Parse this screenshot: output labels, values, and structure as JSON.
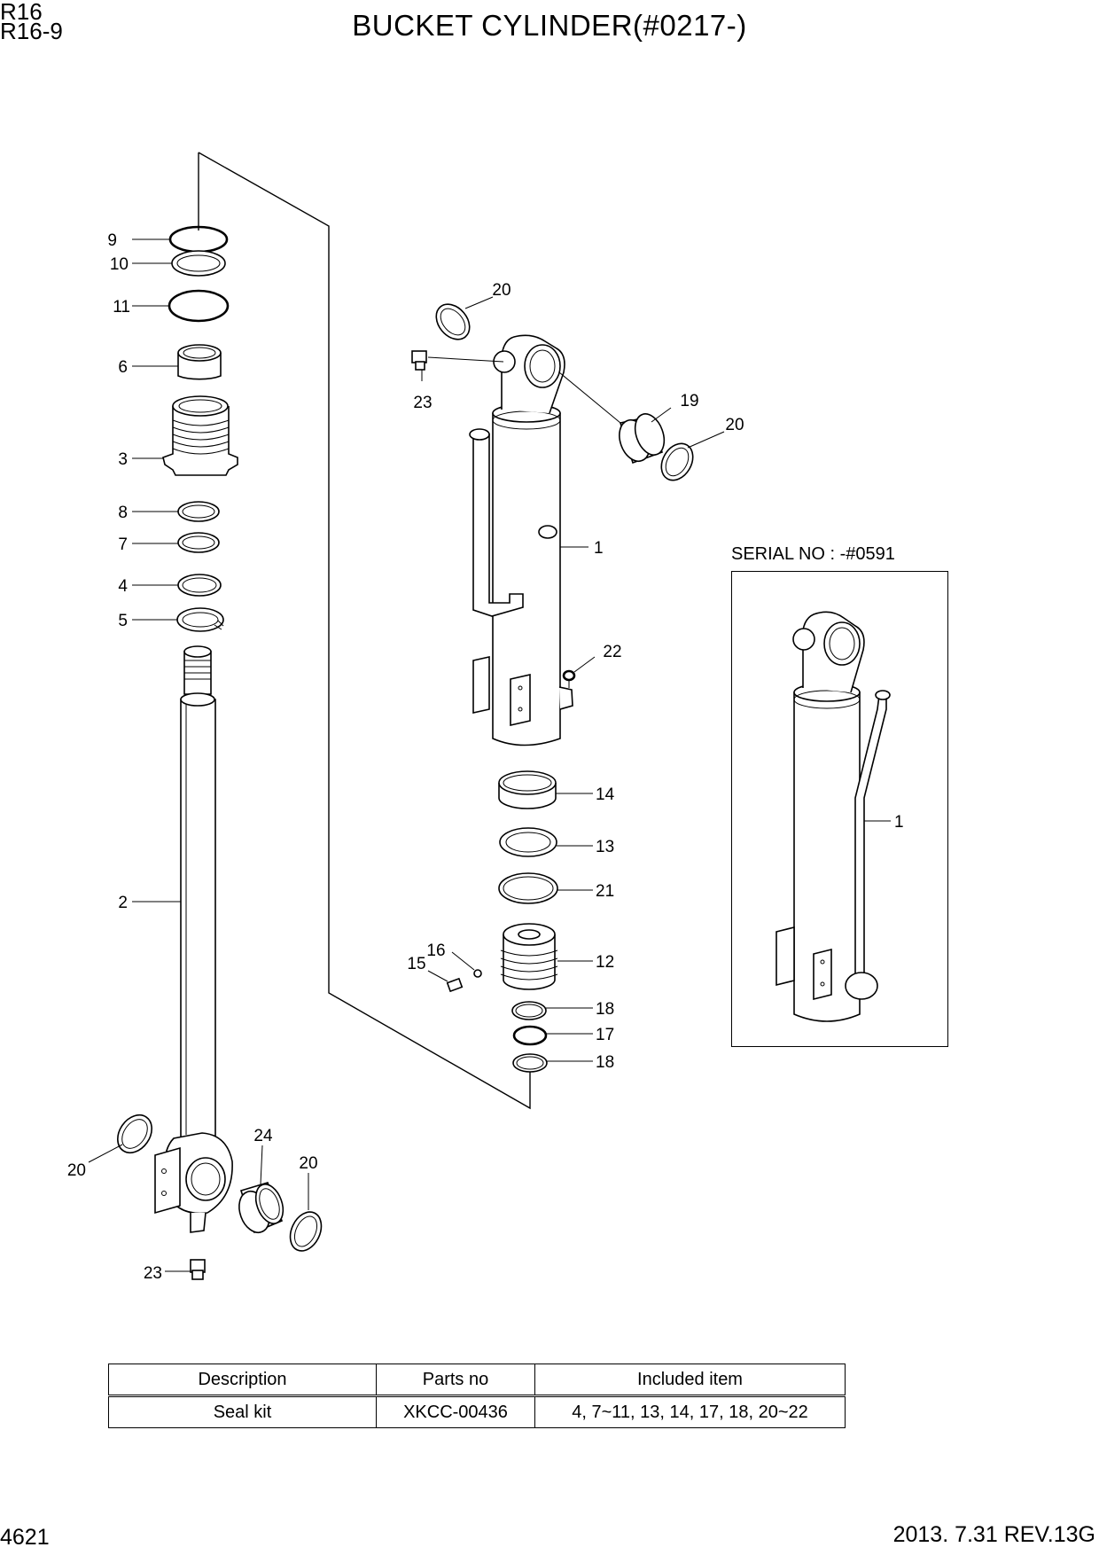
{
  "header": {
    "model_line1": "R16",
    "model_line2": "R16-9",
    "title": "BUCKET CYLINDER(#0217-)"
  },
  "diagram": {
    "serial_label": "SERIAL NO : -#0591",
    "callouts": {
      "c9": "9",
      "c10": "10",
      "c11": "11",
      "c6": "6",
      "c3": "3",
      "c8": "8",
      "c7": "7",
      "c4": "4",
      "c5": "5",
      "c2": "2",
      "c20a": "20",
      "c23a": "23",
      "c20b": "20",
      "c19": "19",
      "c20c": "20",
      "c1a": "1",
      "c22": "22",
      "c14": "14",
      "c13": "13",
      "c21": "21",
      "c16": "16",
      "c15": "15",
      "c12": "12",
      "c18a": "18",
      "c17": "17",
      "c18b": "18",
      "c20d": "20",
      "c24": "24",
      "c20e": "20",
      "c23b": "23",
      "c1b": "1"
    }
  },
  "kit_table": {
    "headers": [
      "Description",
      "Parts no",
      "Included item"
    ],
    "row": {
      "description": "Seal kit",
      "parts_no": "XKCC-00436",
      "included_item": "4, 7~11, 13, 14, 17, 18, 20~22"
    }
  },
  "footer": {
    "page_number": "4621",
    "revision": "2013. 7.31  REV.13G"
  }
}
